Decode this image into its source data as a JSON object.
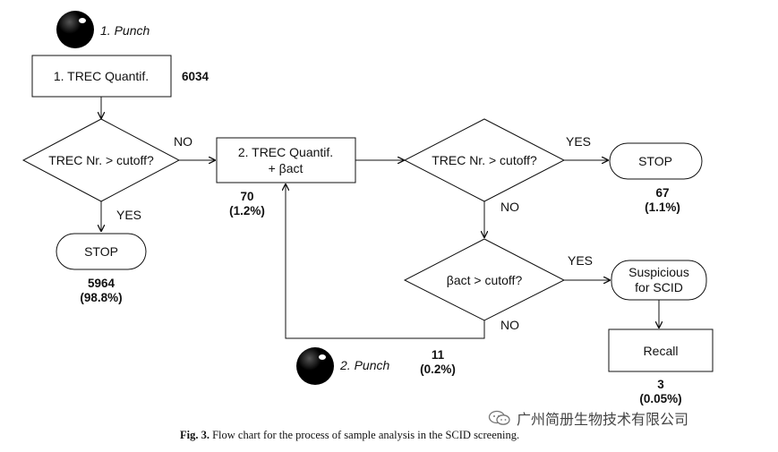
{
  "nodes": {
    "punch1_label": "1. Punch",
    "trec1": "1. TREC Quantif.",
    "count_6034": "6034",
    "decision1": "TREC Nr. > cutoff?",
    "no1": "NO",
    "yes1": "YES",
    "stop1": "STOP",
    "count_5964": "5964",
    "pct_5964": "(98.8%)",
    "trec2_line1": "2. TREC Quantif.",
    "trec2_line2": "+ βact",
    "count_70": "70",
    "pct_70": "(1.2%)",
    "decision2": "TREC Nr. > cutoff?",
    "yes2": "YES",
    "stop2": "STOP",
    "count_67": "67",
    "pct_67": "(1.1%)",
    "no2": "NO",
    "decision3": "βact > cutoff?",
    "yes3": "YES",
    "suspicious_line1": "Suspicious",
    "suspicious_line2": "for SCID",
    "no3": "NO",
    "recall": "Recall",
    "count_3": "3",
    "pct_3": "(0.05%)",
    "punch2_label": "2. Punch",
    "count_11": "11",
    "pct_11": "(0.2%)"
  },
  "caption": {
    "prefix": "Fig. 3.",
    "text": "Flow chart for the process of sample analysis in the SCID screening."
  },
  "watermark": {
    "text": "广州简册生物技术有限公司",
    "icon": "wechat-icon"
  }
}
